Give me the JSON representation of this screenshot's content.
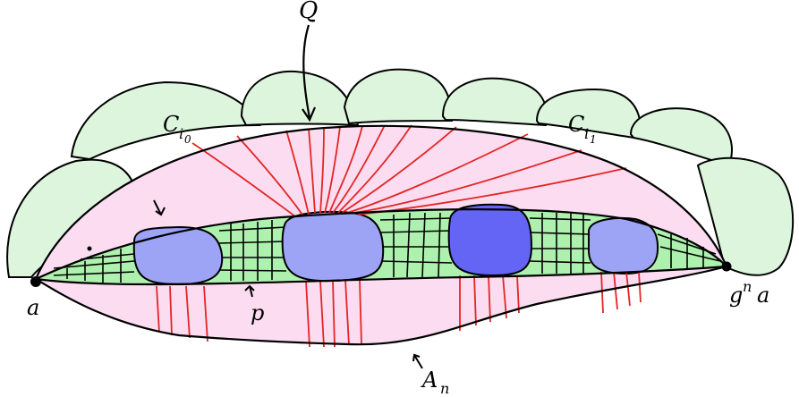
{
  "labels": {
    "Q": "Q",
    "C_i0_base": "C",
    "C_i0_sub": "i",
    "C_i0_subsub": "0",
    "C_i1_base": "C",
    "C_i1_sub": "i",
    "C_i1_subsub": "1",
    "a": "a",
    "gna_base": "g",
    "gna_sup": "n",
    "gna_tail": "a",
    "p": "p",
    "A_base": "A",
    "A_sub": "n"
  },
  "colors": {
    "circle_fill": "#dcf5dc",
    "lens_fill": "#fbdcf0",
    "strip_fill": "#aef0ae",
    "blob_light": "#9da3f5",
    "blob_dark": "#6464f5",
    "red_lines": "#e32626",
    "ink": "#000000"
  }
}
